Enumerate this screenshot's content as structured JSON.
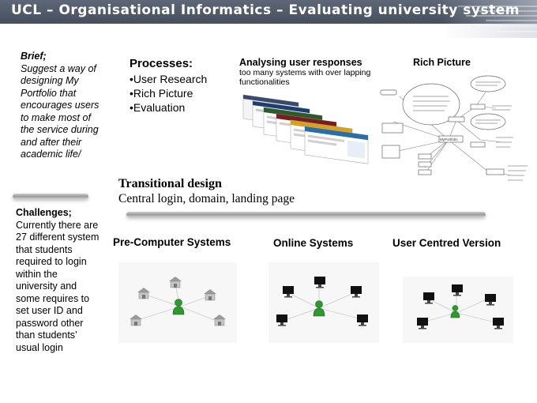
{
  "slide": {
    "title": "UCL – Organisational Informatics – Evaluating university system"
  },
  "brief": {
    "heading": "Brief;",
    "text": "Suggest a way of designing My Portfolio that encourages users to make most of  the service during and after their academic life/"
  },
  "challenges": {
    "heading": "Challenges;",
    "text": "Currently there are 27 different system that students required to login within the university and some requires to set user ID and password other than students’ usual login"
  },
  "processes": {
    "heading": "Processes:",
    "items": [
      "•User Research",
      "•Rich Picture",
      "•Evaluation"
    ]
  },
  "analysing": {
    "heading": "Analysing user responses",
    "subtext": "too many systems with over lapping functionalities"
  },
  "rich_picture": {
    "heading": "Rich Picture",
    "center_label": "MyPortfolio"
  },
  "transitional": {
    "heading": "Transitional design",
    "subtext": "Central login, domain, landing page"
  },
  "diagrams": {
    "pre_computer": "Pre-Computer Systems",
    "online": "Online Systems",
    "user_centred": "User Centred Version"
  },
  "colors": {
    "titlebar": "#4f5866",
    "user_green": "#2e9a2e",
    "divider": "#a8a8a8"
  }
}
